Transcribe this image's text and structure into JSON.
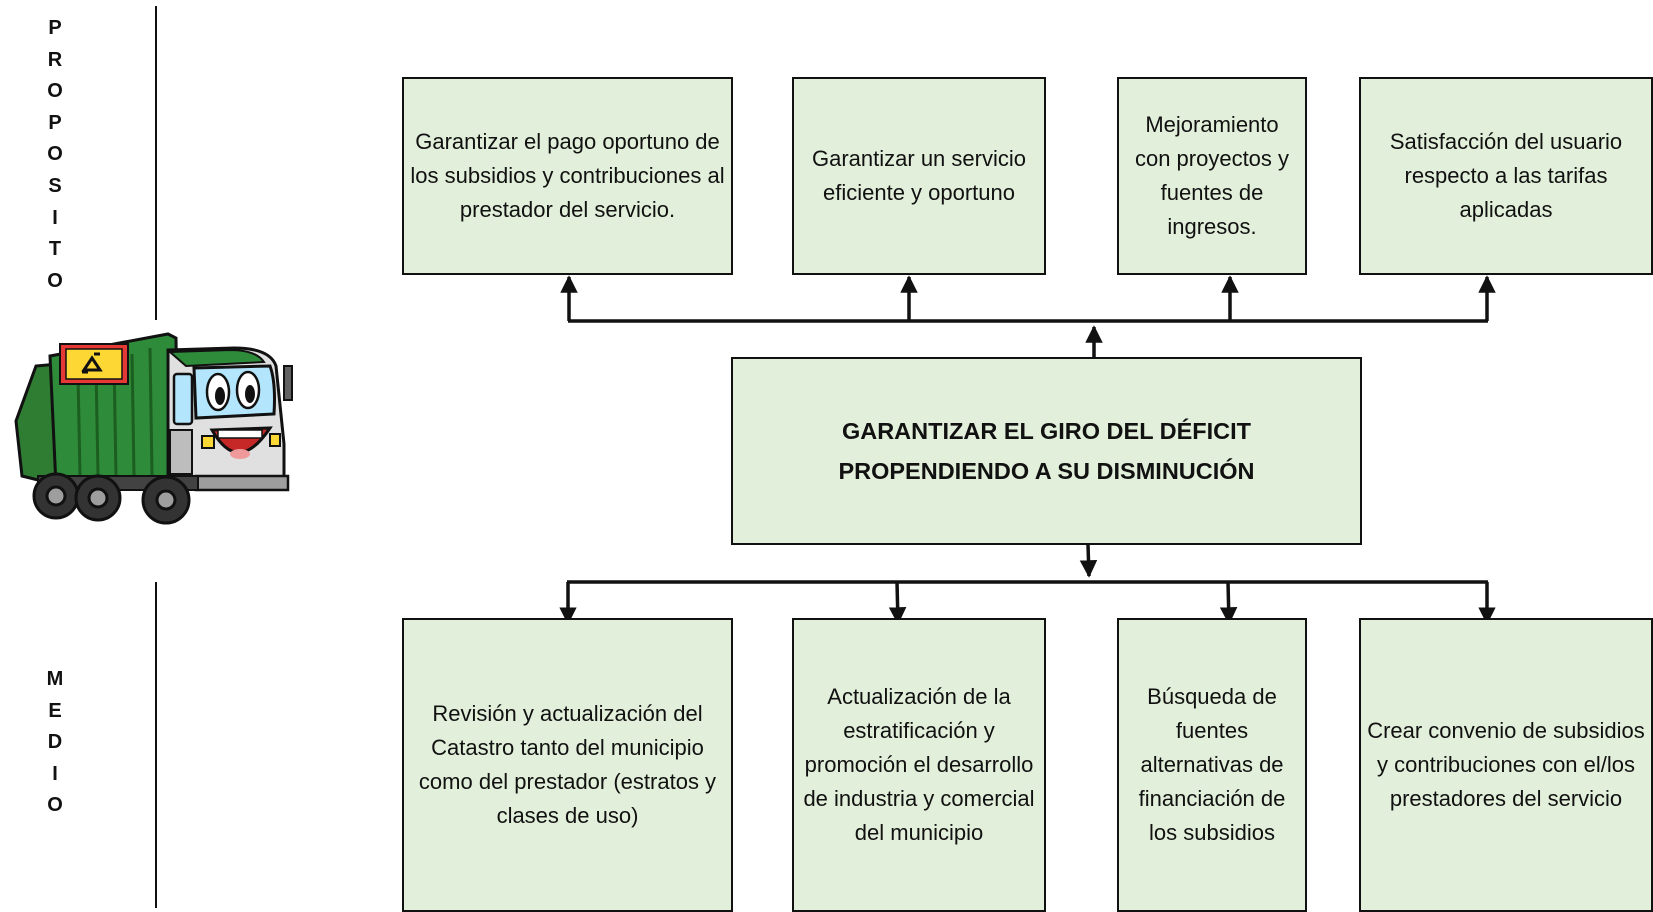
{
  "side_labels": {
    "proposito": [
      "P",
      "R",
      "O",
      "P",
      "O",
      "S",
      "I",
      "T",
      "O"
    ],
    "medio": [
      "M",
      "E",
      "D",
      "I",
      "O"
    ]
  },
  "center": {
    "text": "GARANTIZAR EL GIRO DEL DÉFICIT PROPENDIENDO A SU DISMINUCIÓN"
  },
  "purposes": [
    {
      "text": "Garantizar el pago oportuno de los subsidios y contribuciones al prestador del servicio."
    },
    {
      "text": "Garantizar un servicio eficiente y oportuno"
    },
    {
      "text": "Mejoramiento con proyectos y fuentes de ingresos."
    },
    {
      "text": "Satisfacción del usuario respecto a las tarifas aplicadas"
    }
  ],
  "means": [
    {
      "text": "Revisión y actualización del Catastro tanto del municipio como del prestador (estratos y clases de uso)"
    },
    {
      "text": "Actualización de la estratificación  y promoción el desarrollo de industria y comercial del municipio"
    },
    {
      "text": "Búsqueda de fuentes alternativas de financiación de los subsidios"
    },
    {
      "text": "Crear convenio de subsidios y contribuciones con el/los prestadores del servicio"
    }
  ],
  "colors": {
    "box_fill": "#e2efda",
    "border": "#111111",
    "truck_body": "#2e7d32"
  },
  "icons": {
    "truck": "garbage-truck-icon",
    "recycle": "recycle-icon"
  }
}
